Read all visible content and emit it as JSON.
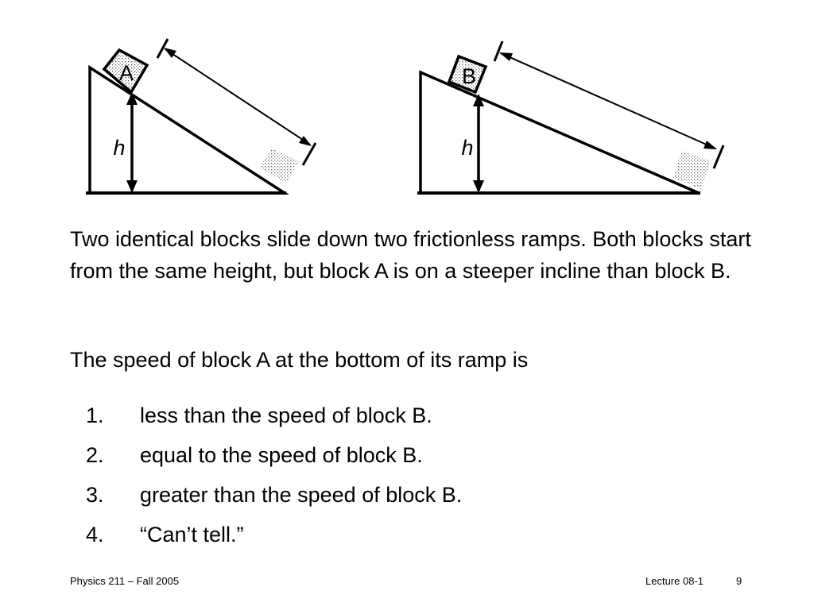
{
  "diagram": {
    "ramp_a": {
      "block_label": "A",
      "height_label": "h"
    },
    "ramp_b": {
      "block_label": "B",
      "height_label": "h"
    }
  },
  "problem_text": "Two identical blocks slide down two frictionless ramps. Both blocks start from the same height, but block A is on a steeper incline than block B.",
  "question_text": "The speed of block A at the bottom of its ramp is",
  "options": [
    {
      "number": "1.",
      "text": "less than the speed of block B."
    },
    {
      "number": "2.",
      "text": "equal to the speed of block B."
    },
    {
      "number": "3.",
      "text": "greater than the speed of block B."
    },
    {
      "number": "4.",
      "text": "“Can’t tell.”"
    }
  ],
  "footer": {
    "course": "Physics 211 –  Fall 2005",
    "lecture": "Lecture 08-1",
    "page": "9"
  }
}
